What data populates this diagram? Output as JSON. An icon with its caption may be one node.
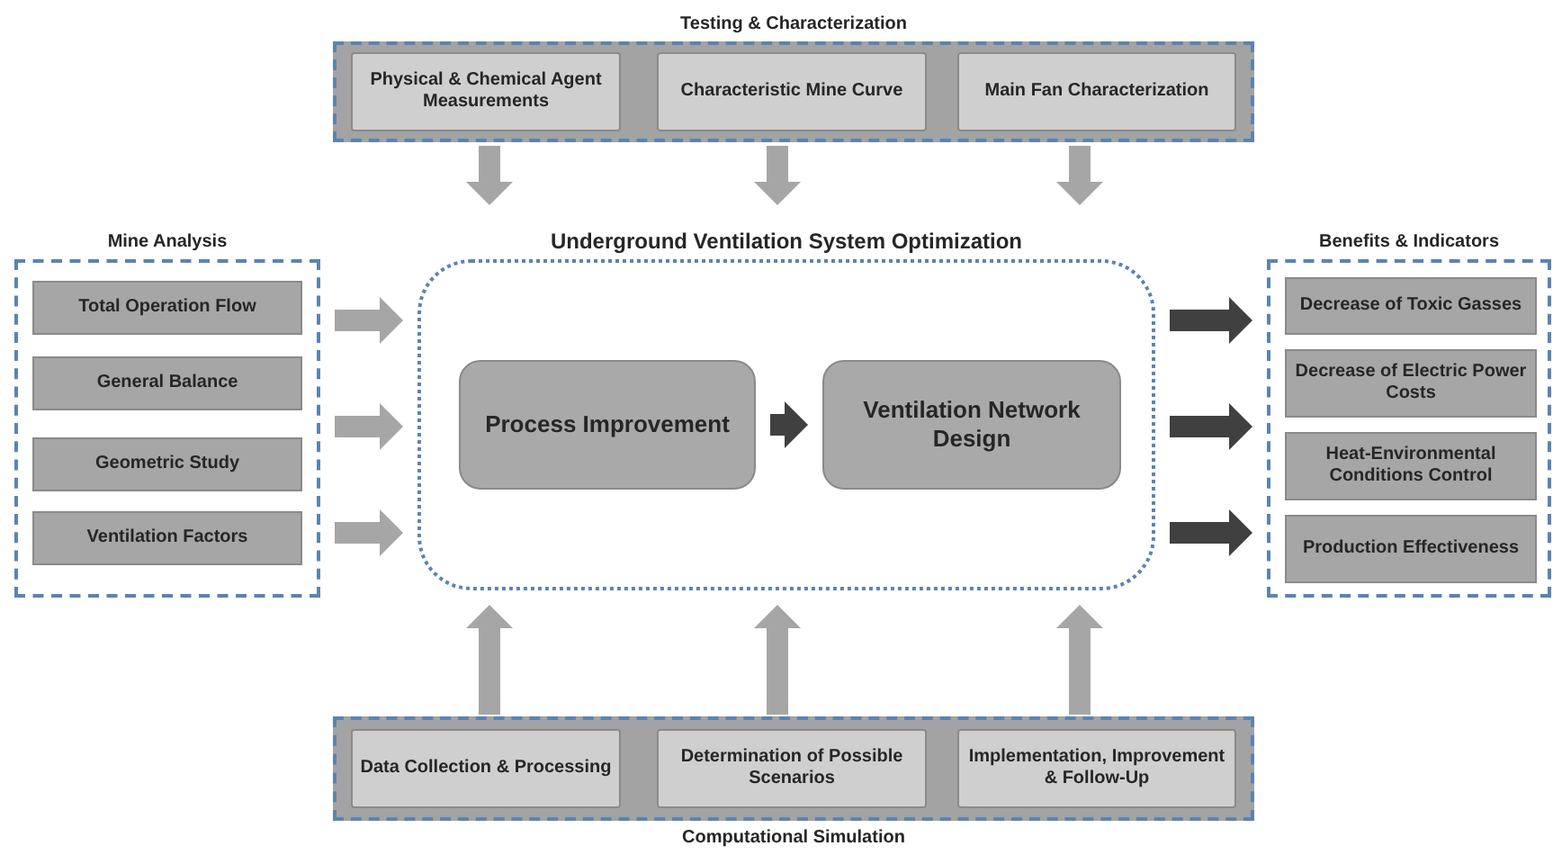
{
  "diagram": {
    "nodes": [
      {
        "text": [
          "Testing & Characterization"
        ]
      },
      {
        "text": [
          "Physical & Chemical Agent Measurements"
        ],
        "in": 0
      },
      {
        "text": [
          "Characteristic Mine Curve"
        ],
        "in": 0
      },
      {
        "text": [
          "Main Fan Characterization"
        ],
        "in": 0
      },
      {
        "text": [
          "Mine Analysis"
        ]
      },
      {
        "text": [
          "Total Operation Flow"
        ],
        "in": 4
      },
      {
        "text": [
          "General Balance"
        ],
        "in": 4
      },
      {
        "text": [
          "Geometric Study"
        ],
        "in": 4
      },
      {
        "text": [
          "Ventilation Factors"
        ],
        "in": 4
      },
      {
        "text": [
          "Underground Ventilation System Optimization"
        ]
      },
      {
        "text": [
          "Process Improvement"
        ],
        "in": 9
      },
      {
        "text": [
          "Ventilation Network Design"
        ],
        "in": 9
      },
      {
        "text": [
          "Benefits & Indicators"
        ]
      },
      {
        "text": [
          "Decrease of Toxic Gasses"
        ],
        "in": 12
      },
      {
        "text": [
          "Decrease of Electric Power Costs"
        ],
        "in": 12
      },
      {
        "text": [
          "Heat-Environmental Conditions Control"
        ],
        "in": 12
      },
      {
        "text": [
          "Production Effectiveness"
        ],
        "in": 12
      },
      {
        "text": [
          "Computational Simulation"
        ]
      },
      {
        "text": [
          "Data Collection & Processing"
        ],
        "in": 17
      },
      {
        "text": [
          "Determination of Possible Scenarios"
        ],
        "in": 17
      },
      {
        "text": [
          "Implementation, Improvement & Follow-Up"
        ],
        "in": 17
      }
    ],
    "edges": [
      {
        "from": 1,
        "to": 9,
        "arrow": "to"
      },
      {
        "from": 2,
        "to": 9,
        "arrow": "to"
      },
      {
        "from": 3,
        "to": 9,
        "arrow": "to"
      },
      {
        "from": 4,
        "to": 9,
        "arrow": "to"
      },
      {
        "from": 4,
        "to": 9,
        "arrow": "to"
      },
      {
        "from": 4,
        "to": 9,
        "arrow": "to"
      },
      {
        "from": 10,
        "to": 11,
        "arrow": "to",
        "color": "#404040"
      },
      {
        "from": 9,
        "to": 12,
        "arrow": "to",
        "color": "#404040"
      },
      {
        "from": 9,
        "to": 12,
        "arrow": "to",
        "color": "#404040"
      },
      {
        "from": 9,
        "to": 12,
        "arrow": "to",
        "color": "#404040"
      },
      {
        "from": 18,
        "to": 9,
        "arrow": "to"
      },
      {
        "from": 19,
        "to": 9,
        "arrow": "to"
      },
      {
        "from": 20,
        "to": 9,
        "arrow": "to"
      }
    ]
  }
}
